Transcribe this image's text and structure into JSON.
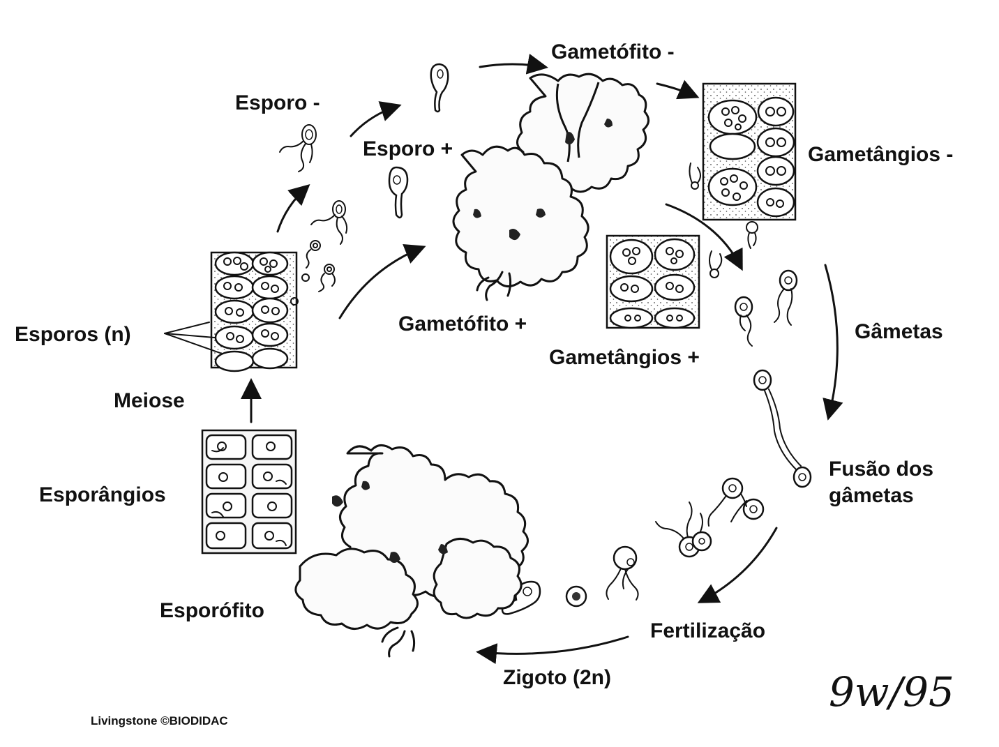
{
  "diagram": {
    "labels": {
      "spore_minus": "Esporo -",
      "spore_plus": "Esporo +",
      "gametophyte_minus": "Gametófito -",
      "gametangia_minus": "Gametângios -",
      "gametophyte_plus": "Gametófito +",
      "gametangia_plus": "Gametângios +",
      "gametes": "Gâmetas",
      "gamete_fusion_1": "Fusão dos",
      "gamete_fusion_2": "gâmetas",
      "fertilization": "Fertilização",
      "zygote": "Zigoto (2n)",
      "sporophyte": "Esporófito",
      "sporangia": "Esporângios",
      "meiosis": "Meiose",
      "spores": "Esporos (n)"
    },
    "credit": "Livingstone ©BIODIDAC",
    "signature": "9w/95",
    "colors": {
      "ink": "#111111",
      "background": "#ffffff"
    }
  }
}
